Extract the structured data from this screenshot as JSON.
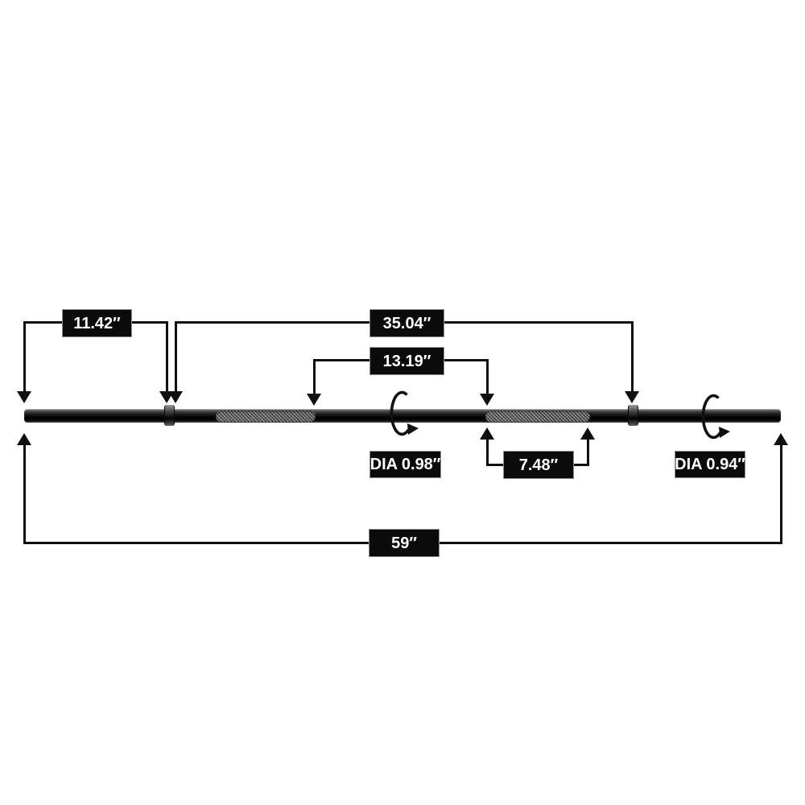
{
  "page": {
    "background": "#ffffff"
  },
  "diagram": {
    "subject": "barbell-dimension-diagram",
    "measurements": {
      "sleeve_length": {
        "label": "11.42″"
      },
      "shaft_length": {
        "label": "35.04″"
      },
      "grip_span": {
        "label": "13.19″"
      },
      "shaft_diameter": {
        "label": "DIA 0.98″"
      },
      "center_knurl_length": {
        "label": "7.48″"
      },
      "sleeve_diameter": {
        "label": "DIA 0.94″"
      },
      "total_length": {
        "label": "59″"
      }
    },
    "colors": {
      "label_background": "#0b0b0b",
      "label_text": "#ffffff",
      "line": "#101010",
      "bar_dark": "#000000",
      "knurl_gray": "#6e6e6e"
    }
  }
}
